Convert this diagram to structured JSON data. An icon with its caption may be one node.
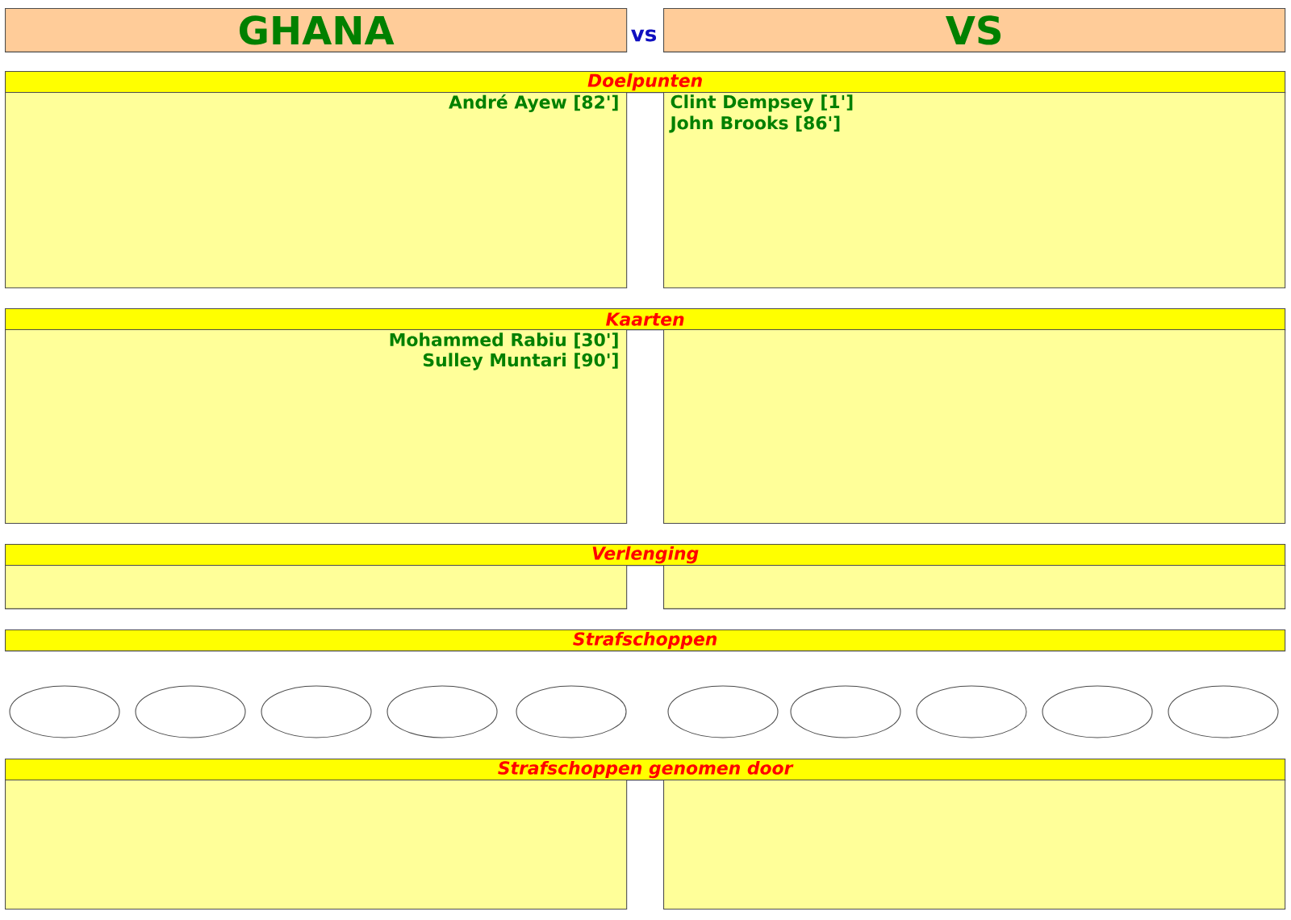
{
  "diagram": {
    "nodes": [
      {
        "text": [
          "GHANA"
        ]
      },
      {
        "text": [
          "VS"
        ]
      },
      {
        "text": [
          "Doelpunten"
        ]
      },
      {
        "text": [
          "André Ayew [82']"
        ]
      },
      {
        "text": [
          "Clint Dempsey [1']",
          "John Brooks [86']"
        ]
      },
      {
        "text": [
          "Kaarten"
        ]
      },
      {
        "text": [
          "Mohammed Rabiu [30']",
          "Sulley Muntari [90']"
        ]
      },
      {
        "text": [],
        "shape": "box"
      },
      {
        "text": [
          "Verlenging"
        ]
      },
      {
        "text": [],
        "shape": "box"
      },
      {
        "text": [],
        "shape": "box"
      },
      {
        "text": [
          "Strafschoppen"
        ]
      },
      {
        "text": [],
        "shape": "ellipse"
      },
      {
        "text": [],
        "shape": "ellipse"
      },
      {
        "text": [],
        "shape": "ellipse"
      },
      {
        "text": [],
        "shape": "ellipse"
      },
      {
        "text": [],
        "shape": "ellipse"
      },
      {
        "text": [],
        "shape": "ellipse"
      },
      {
        "text": [],
        "shape": "ellipse"
      },
      {
        "text": [],
        "shape": "ellipse"
      },
      {
        "text": [],
        "shape": "ellipse"
      },
      {
        "text": [],
        "shape": "ellipse"
      },
      {
        "text": [
          "Strafschoppen genomen door"
        ]
      },
      {
        "text": [],
        "shape": "box"
      },
      {
        "text": [],
        "shape": "box"
      }
    ],
    "labels": [
      "vs"
    ]
  }
}
